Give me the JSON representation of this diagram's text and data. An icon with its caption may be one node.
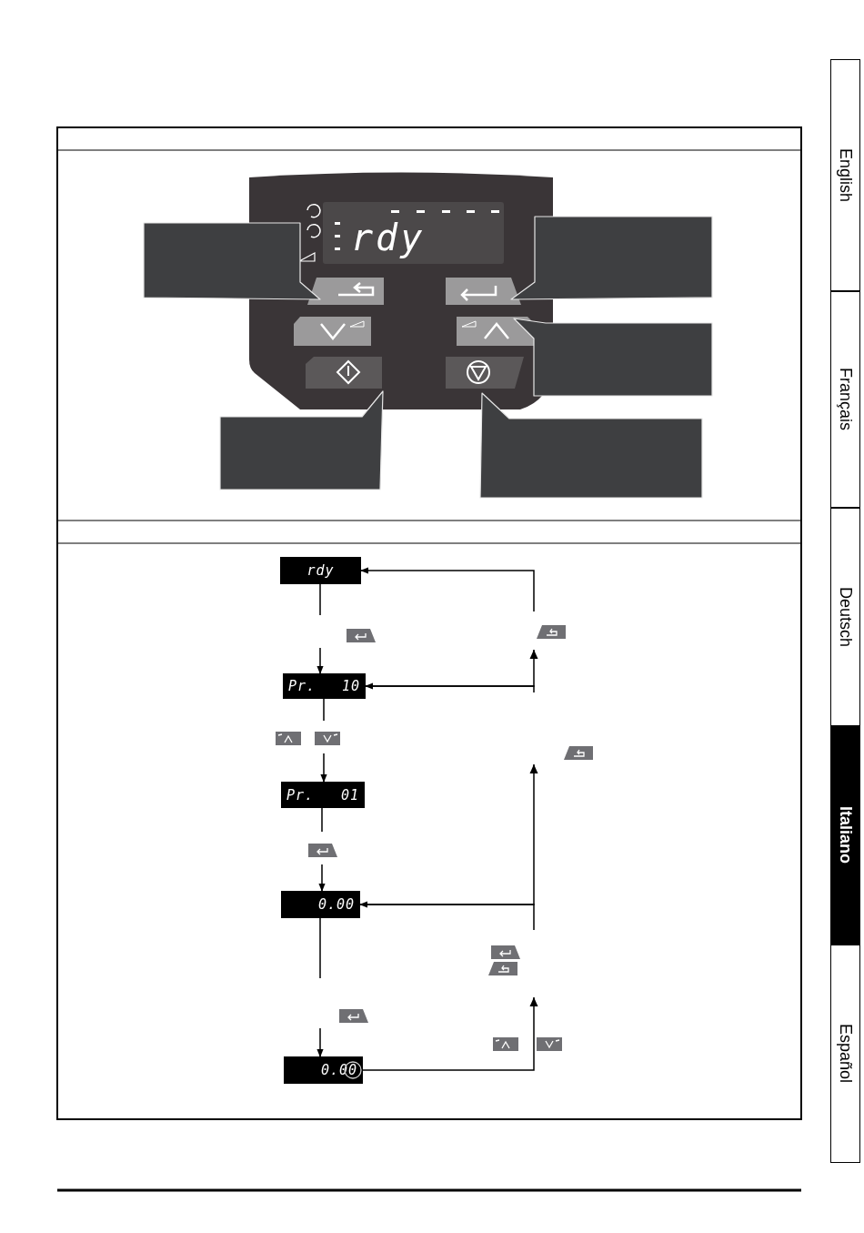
{
  "diagram": {
    "nodes": [
      {
        "text": [],
        "shape": "box"
      },
      {
        "text": [],
        "shape": "box"
      },
      {
        "text": [],
        "shape": "box"
      },
      {
        "text": [],
        "shape": "box"
      },
      {
        "text": [],
        "shape": "box"
      },
      {
        "text": [
          "rdy"
        ]
      },
      {
        "text": [
          "Pr.",
          "10"
        ]
      },
      {
        "text": [
          "Pr.",
          "01"
        ]
      },
      {
        "text": [
          "0.00"
        ]
      },
      {
        "text": [
          "0.00"
        ]
      }
    ],
    "edges": [
      {
        "from": 5,
        "to": 6,
        "arrow": "to"
      },
      {
        "from": 6,
        "to": 7,
        "arrow": "to"
      },
      {
        "from": 7,
        "to": 8,
        "arrow": "to"
      },
      {
        "from": 8,
        "to": 9,
        "arrow": "to"
      },
      {
        "from": 9,
        "to": 8,
        "arrow": "to"
      },
      {
        "from": 8,
        "to": 6,
        "arrow": "to"
      },
      {
        "from": 6,
        "to": 5,
        "arrow": "to"
      }
    ],
    "labels": [
      "English",
      "rdy",
      "Français",
      "Deutsch",
      "Italiano",
      "Español"
    ]
  }
}
